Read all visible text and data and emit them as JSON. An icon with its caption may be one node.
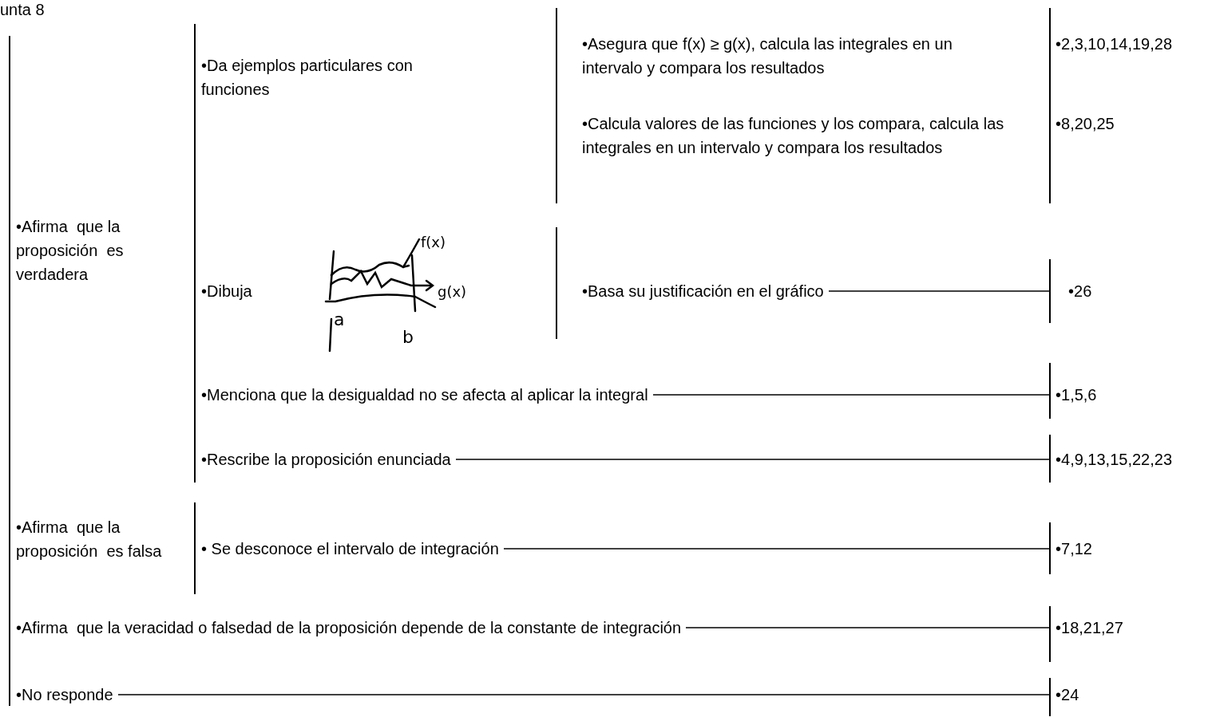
{
  "diagram": {
    "nodes": [
      {
        "text": [
          "•Afirma  que la proposición  es verdadera"
        ]
      },
      {
        "text": [
          "•Da ejemplos particulares con funciones"
        ]
      },
      {
        "text": [
          "•Asegura que f(x) ≥ g(x), calcula las integrales en un intervalo y compara los resultados"
        ]
      },
      {
        "text": [
          "•Calcula valores de las funciones y los compara, calcula las integrales en un intervalo y compara los resultados"
        ]
      },
      {
        "text": [
          "•2,3,10,14,19,28"
        ]
      },
      {
        "text": [
          "•8,20,25"
        ]
      },
      {
        "text": [
          "•Dibuja"
        ]
      },
      {
        "text": [
          "•Basa su justificación en el gráfico"
        ]
      },
      {
        "text": [
          "•26"
        ]
      },
      {
        "text": [
          "•Menciona que la desigualdad no se afecta al aplicar la integral"
        ]
      },
      {
        "text": [
          "•1,5,6"
        ]
      },
      {
        "text": [
          "•Rescribe la proposición enunciada"
        ]
      },
      {
        "text": [
          "•4,9,13,15,22,23"
        ]
      },
      {
        "text": [
          "•Afirma  que la proposición  es falsa"
        ]
      },
      {
        "text": [
          "• Se desconoce el intervalo de integración"
        ]
      },
      {
        "text": [
          "•7,12"
        ]
      },
      {
        "text": [
          "•Afirma  que la veracidad o falsedad de la proposición depende de la constante de integración"
        ]
      },
      {
        "text": [
          "•18,21,27"
        ]
      },
      {
        "text": [
          "•No responde"
        ]
      },
      {
        "text": [
          "•24"
        ]
      }
    ],
    "edges": [
      {
        "from": 7,
        "to": 8,
        "arrow": "none"
      },
      {
        "from": 9,
        "to": 10,
        "arrow": "none"
      },
      {
        "from": 11,
        "to": 12,
        "arrow": "none"
      },
      {
        "from": 14,
        "to": 15,
        "arrow": "none"
      },
      {
        "from": 16,
        "to": 17,
        "arrow": "none"
      },
      {
        "from": 18,
        "to": 19,
        "arrow": "none"
      }
    ],
    "labels": [
      "unta 8",
      "f(x)",
      "g(x)",
      "a",
      "b"
    ]
  }
}
